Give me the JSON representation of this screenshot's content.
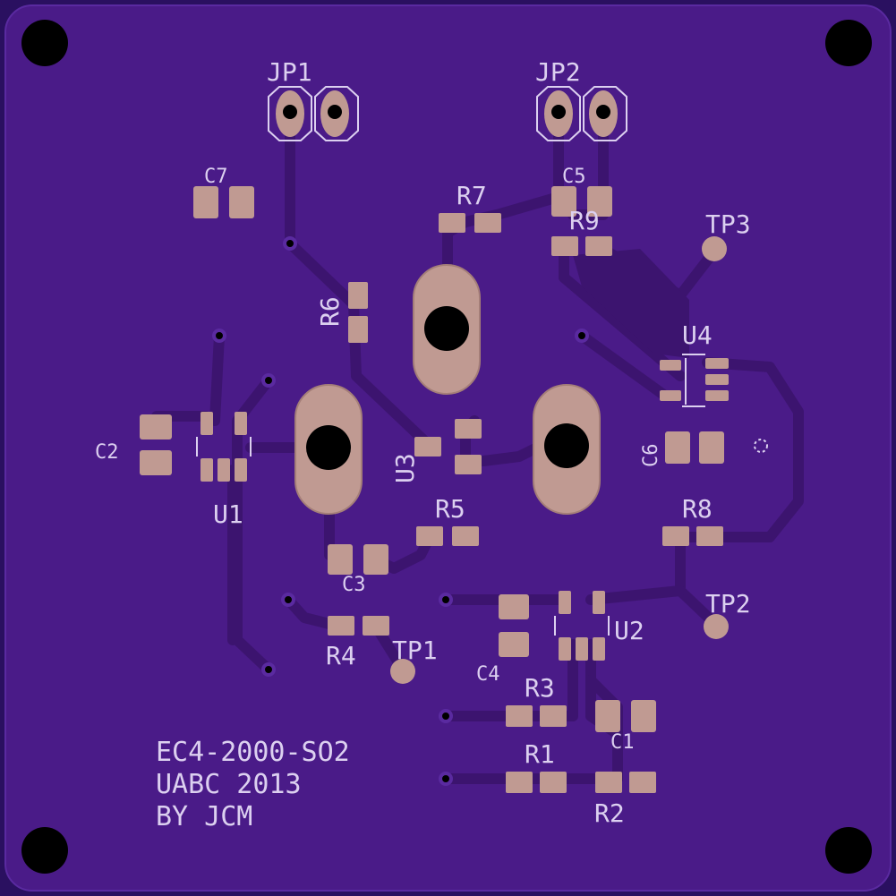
{
  "board": {
    "colors": {
      "substrate": "#2a1060",
      "copper": "#4a1b88",
      "trace": "#42177e",
      "pad": "#c09a92",
      "silkscreen": "#dcd0f0",
      "hole": "#000000"
    },
    "silkscreen_text": [
      "EC4-2000-SO2",
      "UABC 2013",
      "BY JCM"
    ],
    "designators": {
      "jp1": "JP1",
      "jp2": "JP2",
      "c1": "C1",
      "c2": "C2",
      "c3": "C3",
      "c4": "C4",
      "c5": "C5",
      "c6": "C6",
      "c7": "C7",
      "r1": "R1",
      "r2": "R2",
      "r3": "R3",
      "r4": "R4",
      "r5": "R5",
      "r6": "R6",
      "r7": "R7",
      "r8": "R8",
      "r9": "R9",
      "u1": "U1",
      "u2": "U2",
      "u3": "U3",
      "u4": "U4",
      "tp1": "TP1",
      "tp2": "TP2",
      "tp3": "TP3"
    }
  }
}
